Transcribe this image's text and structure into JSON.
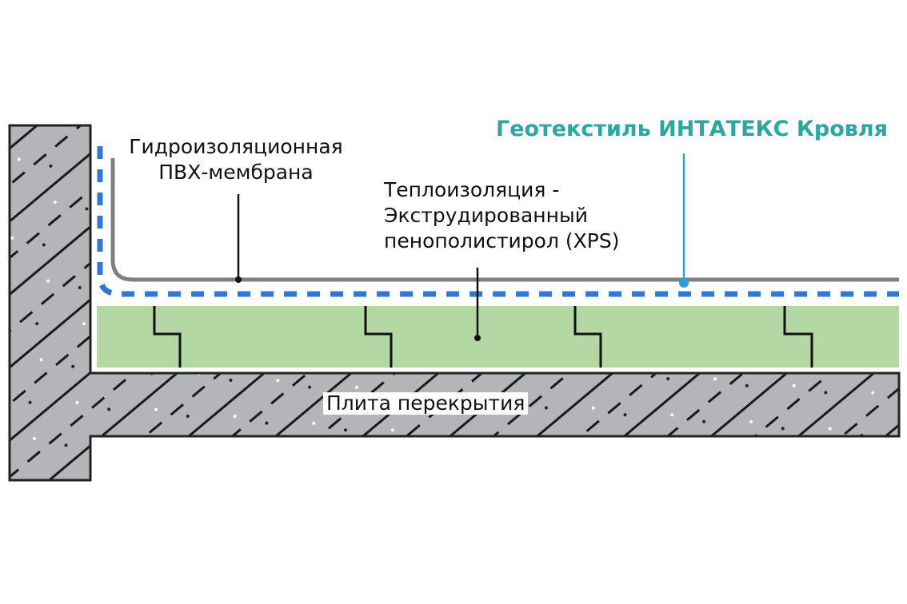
{
  "labels": {
    "membrane_line1": "Гидроизоляционная",
    "membrane_line2": "ПВХ-мембрана",
    "insulation_line1": "Теплоизоляция -",
    "insulation_line2": "Экструдированный",
    "insulation_line3": "пенополистирол (XPS)",
    "geotextile": "Геотекстиль ИНТАТЕКС Кровля",
    "slab": "Плита перекрытия"
  },
  "colors": {
    "concrete": "#b4b5b8",
    "insulation": "#b3d8a4",
    "membrane": "#7d8082",
    "geotextile": "#2f78d6",
    "accent_text": "#2ba6a1"
  }
}
